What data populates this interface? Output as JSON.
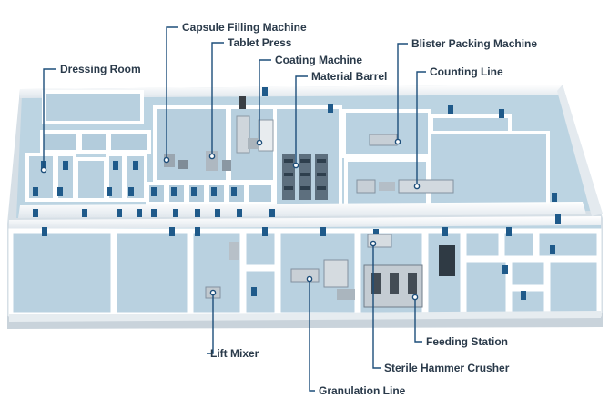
{
  "labels": {
    "capsule_filling_machine": "Capsule Filling Machine",
    "tablet_press": "Tablet Press",
    "coating_machine": "Coating Machine",
    "material_barrel": "Material Barrel",
    "dressing_room": "Dressing Room",
    "blister_packing_machine": "Blister Packing Machine",
    "counting_line": "Counting Line",
    "lift_mixer": "Lift Mixer",
    "feeding_station": "Feeding Station",
    "sterile_hammer_crusher": "Sterile Hammer Crusher",
    "granulation_line": "Granulation Line"
  },
  "colors": {
    "leader": "#1d4e7a",
    "floor": "#bcd4e2",
    "floor_dark": "#a9c6d8",
    "wall_top": "#ffffff",
    "wall_side": "#d9e1e7",
    "door": "#1f5a8a",
    "label_text": "#2a3a4a"
  }
}
